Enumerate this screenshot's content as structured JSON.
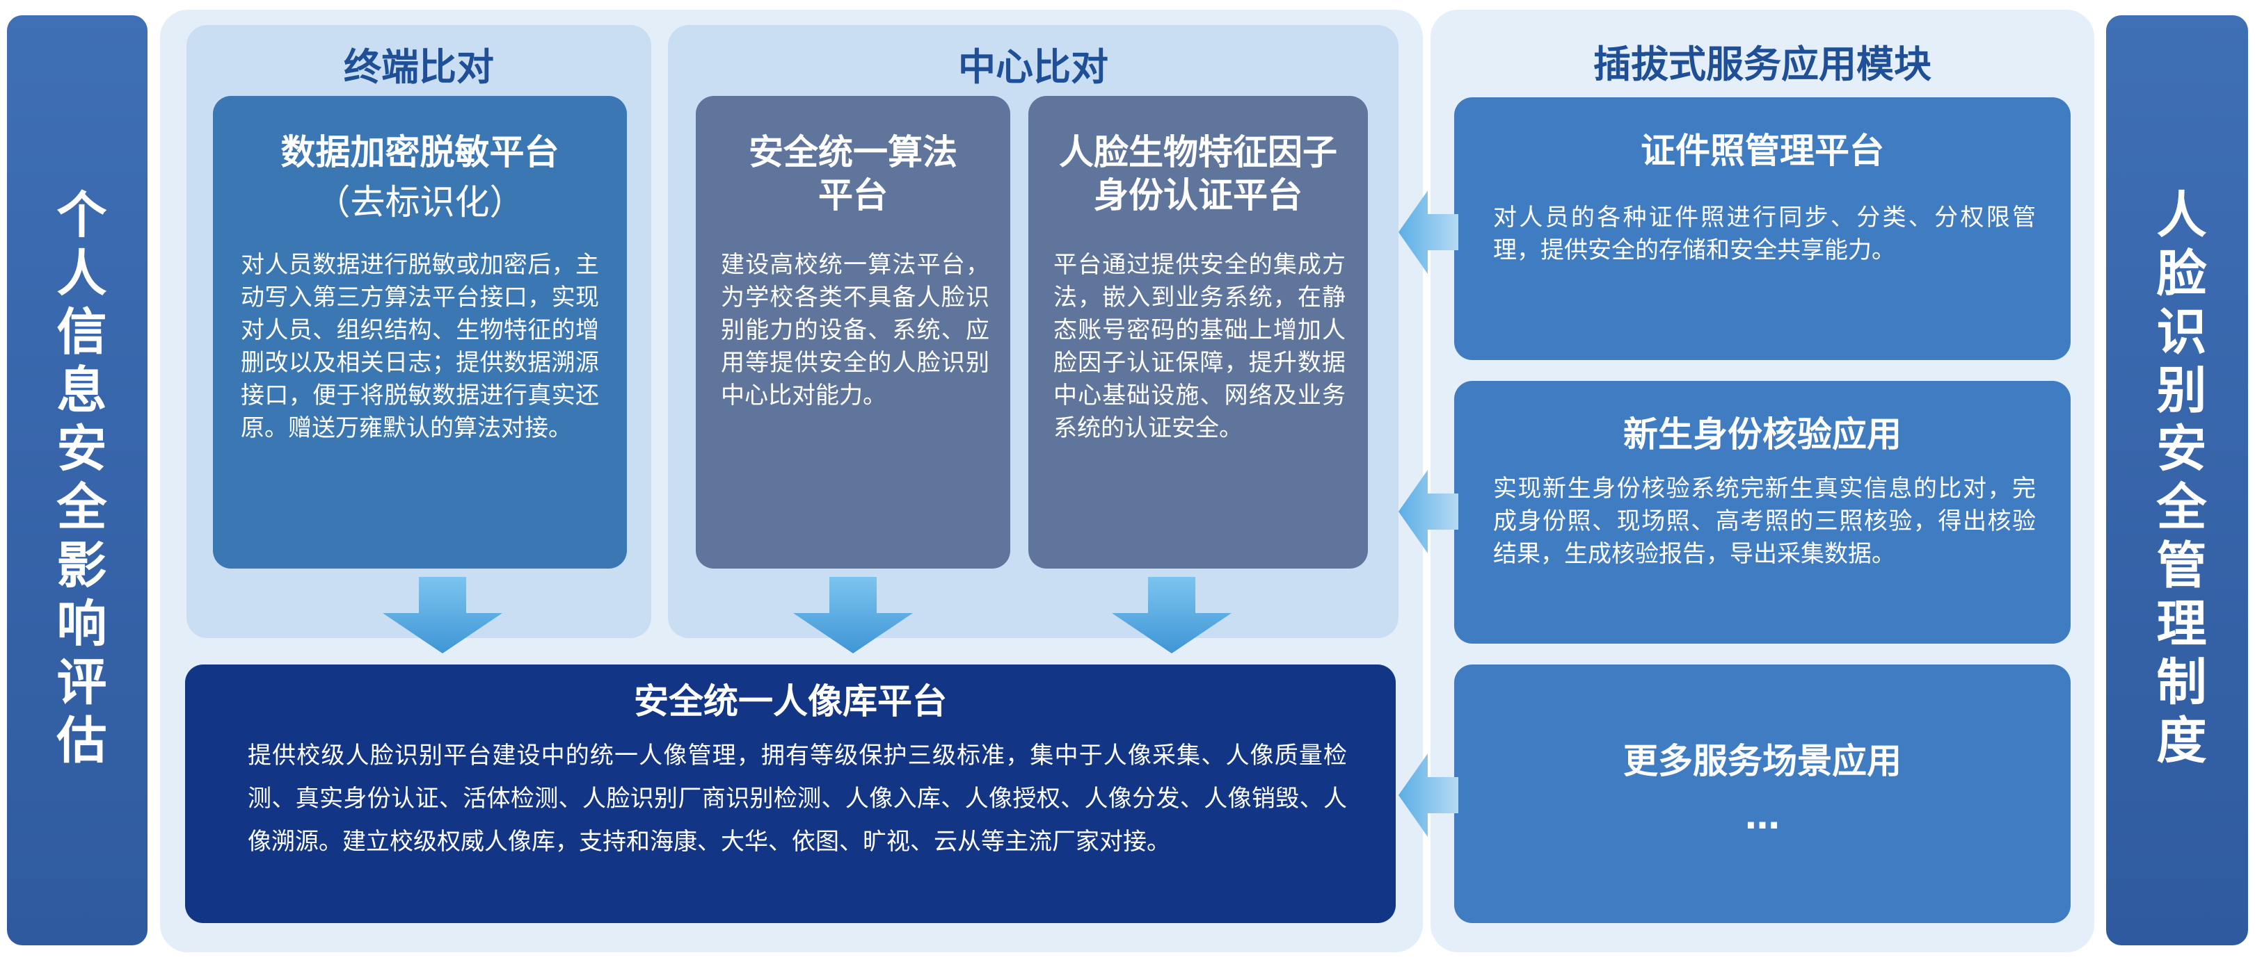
{
  "left_side_label": "个人信息安全影响评估",
  "right_side_label": "人脸识别安全管理制度",
  "terminal": {
    "title": "终端比对",
    "card": {
      "title": "数据加密脱敏平台",
      "subtitle": "（去标识化）",
      "body": "对人员数据进行脱敏或加密后，主动写入第三方算法平台接口，实现对人员、组织结构、生物特征的增删改以及相关日志；提供数据溯源接口，便于将脱敏数据进行真实还原。赠送万雍默认的算法对接。"
    }
  },
  "center": {
    "title": "中心比对",
    "cards": [
      {
        "title": "安全统一算法\n平台",
        "body": "建设高校统一算法平台，为学校各类不具备人脸识别能力的设备、系统、应用等提供安全的人脸识别中心比对能力。"
      },
      {
        "title": "人脸生物特征因子\n身份认证平台",
        "body": "平台通过提供安全的集成方法，嵌入到业务系统，在静态账号密码的基础上增加人脸因子认证保障，提升数据中心基础设施、网络及业务系统的认证安全。"
      }
    ]
  },
  "portrait_db": {
    "title": "安全统一人像库平台",
    "body": "提供校级人脸识别平台建设中的统一人像管理，拥有等级保护三级标准，集中于人像采集、人像质量检测、真实身份认证、活体检测、人脸识别厂商识别检测、人像入库、人像授权、人像分发、人像销毁、人像溯源。建立校级权威人像库，支持和海康、大华、依图、旷视、云从等主流厂家对接。"
  },
  "plugin": {
    "title": "插拔式服务应用模块",
    "cards": [
      {
        "title": "证件照管理平台",
        "body": "对人员的各种证件照进行同步、分类、分权限管理，提供安全的存储和安全共享能力。"
      },
      {
        "title": "新生身份核验应用",
        "body": "实现新生身份核验系统完新生真实信息的比对，完成身份照、现场照、高考照的三照核验，得出核验结果，生成核验报告，导出采集数据。"
      },
      {
        "title": "更多服务场景应用",
        "body": "…"
      }
    ]
  },
  "colors": {
    "side": "#3f6fb5",
    "panel_bg": "#e3eef9",
    "subpanel_bg": "#c9def2",
    "title_blue": "#1f4f96",
    "card_steel": "#3a77b3",
    "card_slate": "#5f759c",
    "card_navy": "#133585",
    "card_bright": "#3f7cc2",
    "arrow": "#5aaee6"
  },
  "icons": [
    "arrow-down-icon",
    "arrow-left-icon"
  ]
}
